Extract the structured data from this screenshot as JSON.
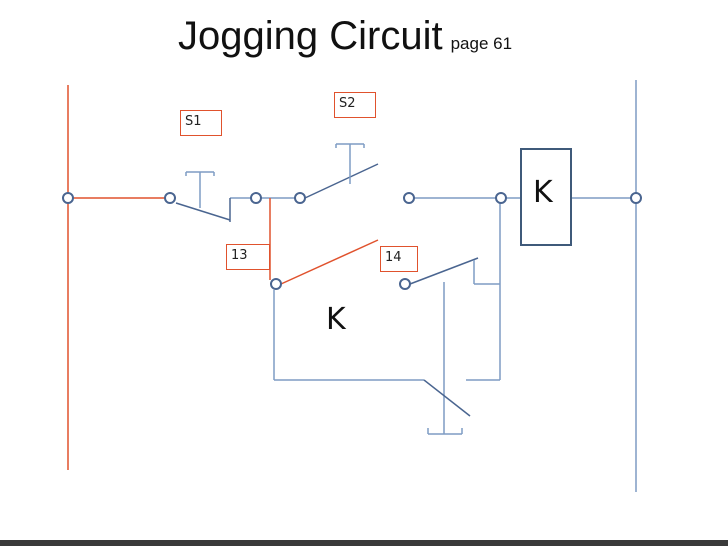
{
  "title": {
    "main": "Jogging Circuit",
    "subtitle": "page 61"
  },
  "labels": {
    "s1": "S1",
    "s2": "S2",
    "c13": "13",
    "c14": "14",
    "coil": "K",
    "contact_k": "K"
  },
  "colors": {
    "blue_wire": "#7e9cc4",
    "red_wire": "#e0522d",
    "node_stroke": "#4a6590",
    "coil_border": "#3f5a7a"
  }
}
